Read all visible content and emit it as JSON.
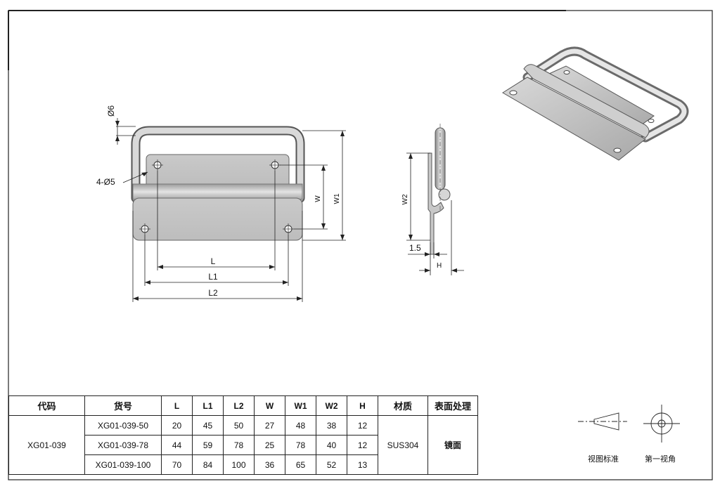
{
  "drawing": {
    "dim_labels": {
      "phi6": "Ø6",
      "holes": "4-Ø5",
      "L": "L",
      "L1": "L1",
      "L2": "L2",
      "W": "W",
      "W1": "W1",
      "W2": "W2",
      "t": "1.5",
      "H": "H"
    }
  },
  "table": {
    "headers": [
      "代码",
      "货号",
      "L",
      "L1",
      "L2",
      "W",
      "W1",
      "W2",
      "H",
      "材质",
      "表面处理"
    ],
    "code": "XG01-039",
    "material": "SUS304",
    "finish": "镜面",
    "rows": [
      [
        "XG01-039-50",
        "20",
        "45",
        "50",
        "27",
        "48",
        "38",
        "12"
      ],
      [
        "XG01-039-78",
        "44",
        "59",
        "78",
        "25",
        "78",
        "40",
        "12"
      ],
      [
        "XG01-039-100",
        "70",
        "84",
        "100",
        "36",
        "65",
        "52",
        "13"
      ]
    ]
  },
  "legend": {
    "view_standard": "视图标准",
    "first_angle": "第一视角"
  }
}
